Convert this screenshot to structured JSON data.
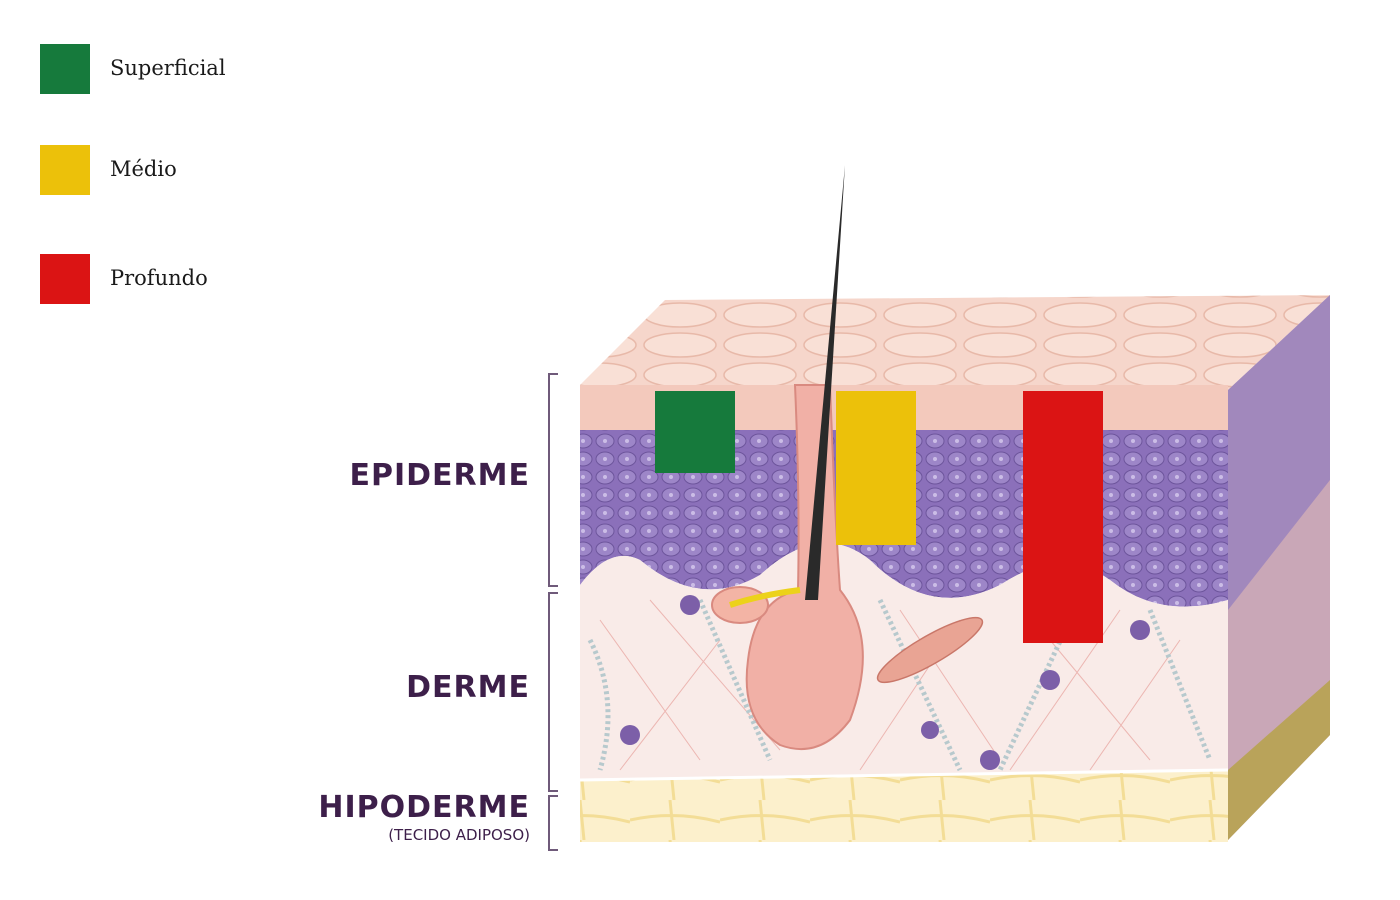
{
  "legend": [
    {
      "label": "Superficial",
      "color": "#167a3c"
    },
    {
      "label": "Médio",
      "color": "#ecc10a"
    },
    {
      "label": "Profundo",
      "color": "#db1414"
    }
  ],
  "layers": {
    "epiderme": "EPIDERME",
    "derme": "DERME",
    "hipoderme": "HIPODERME",
    "hipoderme_sub": "(TECIDO ADIPOSO)"
  },
  "colors": {
    "label_text": "#3d1f4a",
    "skin_surface": "#f4cfc2",
    "epidermis": "#8a6fb8",
    "dermis": "#f8e9e6",
    "hypodermis": "#fbefc6",
    "hair": "#2a2a2a"
  }
}
